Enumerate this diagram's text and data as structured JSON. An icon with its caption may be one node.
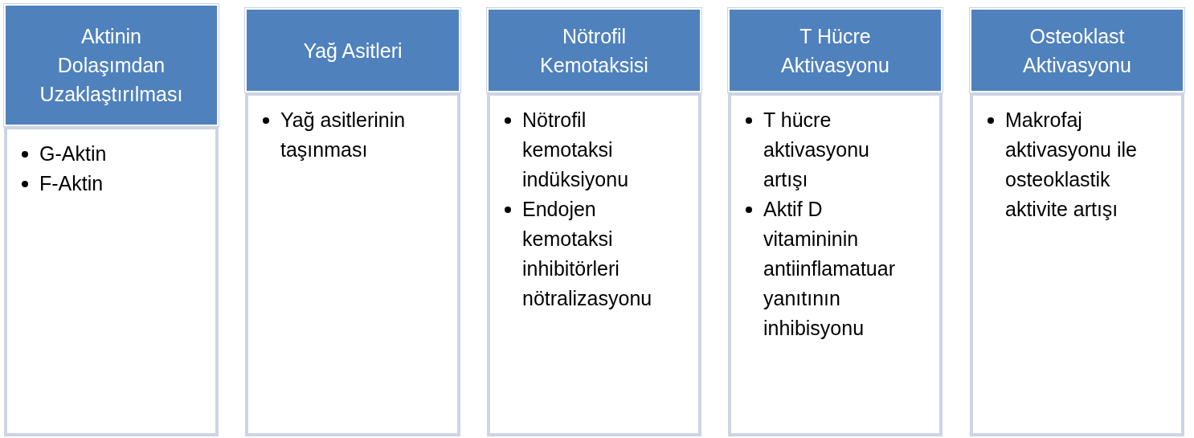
{
  "diagram": {
    "nodes": [
      {
        "text": [
          "Aktinin Dolaşımdan Uzaklaştırılması"
        ]
      },
      {
        "text": [
          "G-Aktin",
          "F-Aktin"
        ]
      },
      {
        "text": [
          "Yağ Asitleri"
        ]
      },
      {
        "text": [
          "Yağ asitlerinin taşınması"
        ]
      },
      {
        "text": [
          "Nötrofil Kemotaksisi"
        ]
      },
      {
        "text": [
          "Nötrofil kemotaksi indüksiyonu",
          "Endojen kemotaksi inhibitörleri nötralizasyonu"
        ]
      },
      {
        "text": [
          "T Hücre Aktivasyonu"
        ]
      },
      {
        "text": [
          "T hücre aktivasyonu artışı",
          "Aktif D vitamininin antiinflamatuar yanıtının inhibisyonu"
        ]
      },
      {
        "text": [
          "Osteoklast Aktivasyonu"
        ]
      },
      {
        "text": [
          "Makrofaj aktivasyonu ile osteoklastik aktivite artışı"
        ]
      }
    ]
  }
}
